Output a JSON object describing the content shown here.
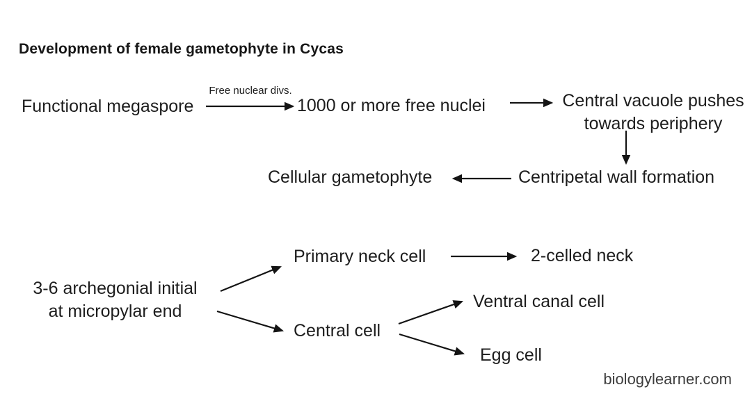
{
  "title": "Development of female gametophyte in Cycas",
  "watermark": "biologylearner.com",
  "diagram": {
    "type": "flowchart",
    "colors": {
      "background": "#ffffff",
      "text": "#1d1d1d",
      "arrow": "#141414",
      "watermark": "#3d3d3d"
    },
    "nodes": {
      "functional_megaspore": "Functional megaspore",
      "free_nuclei": "1000 or more free nuclei",
      "central_vacuole_line1": "Central vacuole pushes",
      "central_vacuole_line2": "towards periphery",
      "centripetal_wall": "Centripetal wall formation",
      "cellular_gametophyte": "Cellular gametophyte",
      "archegonial_initial_line1": "3-6 archegonial initial",
      "archegonial_initial_line2": "at micropylar end",
      "primary_neck_cell": "Primary neck cell",
      "two_celled_neck": "2-celled neck",
      "central_cell": "Central cell",
      "ventral_canal_cell": "Ventral canal cell",
      "egg_cell": "Egg cell"
    },
    "edge_labels": {
      "free_nuclear_divs": "Free nuclear divs."
    },
    "edges": [
      {
        "from": "functional_megaspore",
        "to": "free_nuclei",
        "label": "Free nuclear divs."
      },
      {
        "from": "free_nuclei",
        "to": "central_vacuole"
      },
      {
        "from": "central_vacuole",
        "to": "centripetal_wall"
      },
      {
        "from": "centripetal_wall",
        "to": "cellular_gametophyte"
      },
      {
        "from": "archegonial_initial",
        "to": "primary_neck_cell"
      },
      {
        "from": "archegonial_initial",
        "to": "central_cell"
      },
      {
        "from": "primary_neck_cell",
        "to": "two_celled_neck"
      },
      {
        "from": "central_cell",
        "to": "ventral_canal_cell"
      },
      {
        "from": "central_cell",
        "to": "egg_cell"
      }
    ]
  }
}
